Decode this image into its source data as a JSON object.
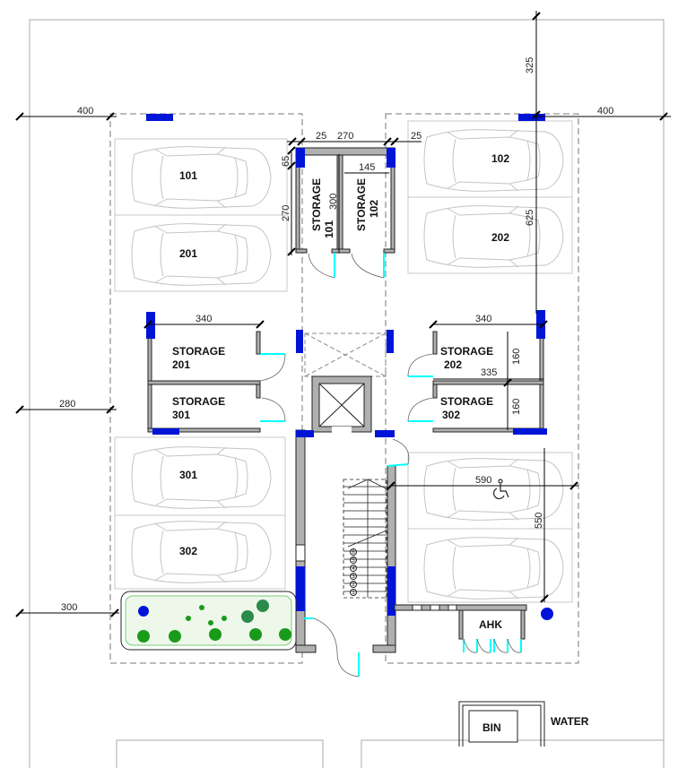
{
  "dimensions": {
    "left_setback_top": "400",
    "top_setback": "325",
    "right_setback_top": "400",
    "storage_top_a": "25",
    "storage_top_b": "270",
    "storage_top_c": "25",
    "storage_wall": "65",
    "storage_depth": "270",
    "storage_inner": "300",
    "storage_width": "145",
    "right_depth": "625",
    "storage_left_width": "340",
    "storage_right_width": "340",
    "storage_right_h1": "160",
    "storage_right_inner": "335",
    "storage_right_h2": "160",
    "left_setback_mid": "280",
    "accessible_width": "590",
    "accessible_depth": "550",
    "left_setback_bottom": "300"
  },
  "parking": [
    "101",
    "201",
    "102",
    "202",
    "301",
    "302"
  ],
  "storage": {
    "s101": [
      "STORAGE",
      "101"
    ],
    "s102": [
      "STORAGE",
      "102"
    ],
    "s201": [
      "STORAGE",
      "201"
    ],
    "s301": [
      "STORAGE",
      "301"
    ],
    "s202": [
      "STORAGE",
      "202"
    ],
    "s302": [
      "STORAGE",
      "302"
    ]
  },
  "rooms": {
    "ahk": "AHK",
    "bin": "BIN",
    "water": "WATER"
  },
  "stair_steps": [
    "6",
    "5",
    "4",
    "3",
    "2",
    "1"
  ],
  "icons": {
    "accessible": "wheelchair-icon"
  },
  "colors": {
    "column": "#0014d8",
    "door": "#00ffff",
    "wall": "#b0b0b0"
  }
}
